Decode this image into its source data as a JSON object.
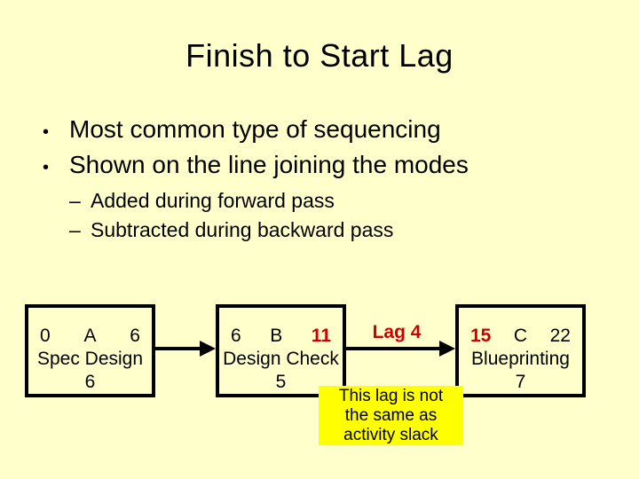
{
  "slide": {
    "title": "Finish to Start Lag",
    "markers": {
      "level1": "•",
      "level2": "–"
    },
    "bullets": [
      {
        "level": 1,
        "text": "Most common type of sequencing"
      },
      {
        "level": 1,
        "text": "Shown on the line joining the modes"
      },
      {
        "level": 2,
        "text": "Added during forward pass"
      },
      {
        "level": 2,
        "text": "Subtracted during backward pass"
      }
    ]
  },
  "diagram": {
    "nodes": [
      {
        "early_start": "0",
        "id": "A",
        "early_finish": "6",
        "name": "Spec Design",
        "duration": "6"
      },
      {
        "early_start": "6",
        "id": "B",
        "early_finish": "11",
        "name": "Design Check",
        "duration": "5"
      },
      {
        "early_start": "15",
        "id": "C",
        "early_finish": "22",
        "name": "Blueprinting",
        "duration": "7"
      }
    ],
    "lag_label": "Lag 4",
    "note_lines": [
      "This lag is not",
      "the same as",
      "activity slack"
    ]
  },
  "colors": {
    "background": "#FFFFCC",
    "note_background": "#FFFF00",
    "highlight_red": "#CC0000",
    "text": "#000000",
    "line": "#000000"
  }
}
